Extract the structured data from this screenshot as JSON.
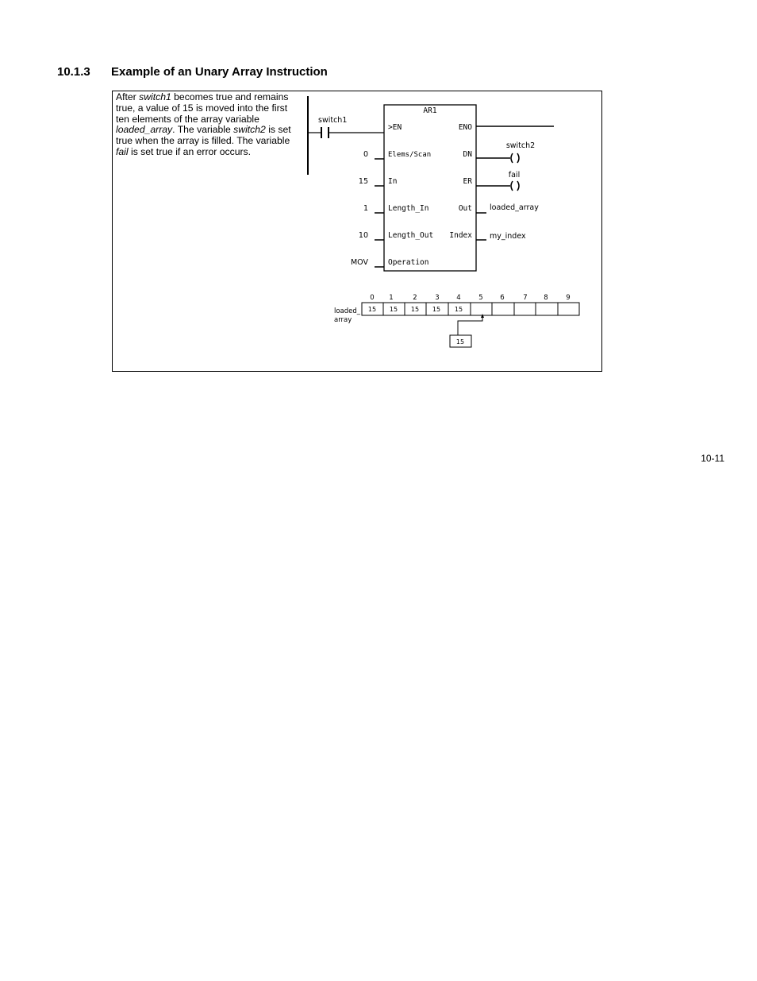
{
  "section": {
    "number": "10.1.3",
    "title": "Example of an Unary Array Instruction"
  },
  "description": {
    "parts": [
      {
        "text": "After ",
        "italic": false
      },
      {
        "text": "switch1",
        "italic": true
      },
      {
        "text": " becomes true and remains true, a value of 15 is moved into the first ten elements of the array variable ",
        "italic": false
      },
      {
        "text": "loaded_array",
        "italic": true
      },
      {
        "text": ". The variable ",
        "italic": false
      },
      {
        "text": "switch2",
        "italic": true
      },
      {
        "text": " is set true when the array is filled. The variable ",
        "italic": false
      },
      {
        "text": "fail",
        "italic": true
      },
      {
        "text": " is set true if an error occurs.",
        "italic": false
      }
    ]
  },
  "block": {
    "name": "AR1",
    "left_pins": [
      ">EN",
      "Elems/Scan",
      "In",
      "Length_In",
      "Length_Out",
      "Operation"
    ],
    "right_pins": [
      "ENO",
      "DN",
      "ER",
      "Out",
      "Index"
    ],
    "input_values": [
      "0",
      "15",
      "1",
      "10",
      "MOV"
    ],
    "contact_label": "switch1",
    "coil_labels": [
      "switch2",
      "fail"
    ],
    "output_vars": [
      "loaded_array",
      "my_index"
    ]
  },
  "array": {
    "label_line1": "loaded_",
    "label_line2": "array",
    "indices": [
      "0",
      "1",
      "2",
      "3",
      "4",
      "5",
      "6",
      "7",
      "8",
      "9"
    ],
    "cells": [
      "15",
      "15",
      "15",
      "15",
      "15",
      "",
      "",
      "",
      "",
      ""
    ],
    "incoming_value": "15"
  },
  "page_number": "10-11"
}
